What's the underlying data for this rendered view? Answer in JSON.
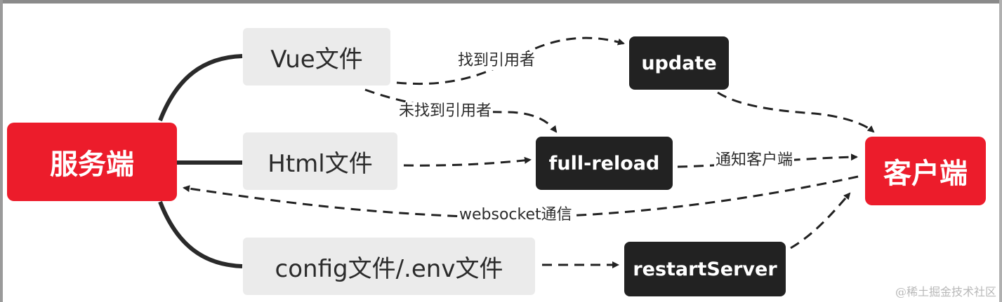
{
  "nodes": {
    "server": "服务端",
    "client": "客户端",
    "vue_file": "Vue文件",
    "html_file": "Html文件",
    "config_file": "config文件/.env文件",
    "update": "update",
    "full_reload": "full-reload",
    "restart_server": "restartServer"
  },
  "edges": {
    "found_referrer": "找到引用者",
    "not_found_referrer": "未找到引用者",
    "notify_client": "通知客户端",
    "websocket": "websocket通信"
  },
  "watermark": "@稀土掘金技术社区",
  "colors": {
    "server_bg": "#ec1c2b",
    "client_bg": "#ec1c2b",
    "file_bg": "#ebebeb",
    "action_bg": "#222222"
  }
}
